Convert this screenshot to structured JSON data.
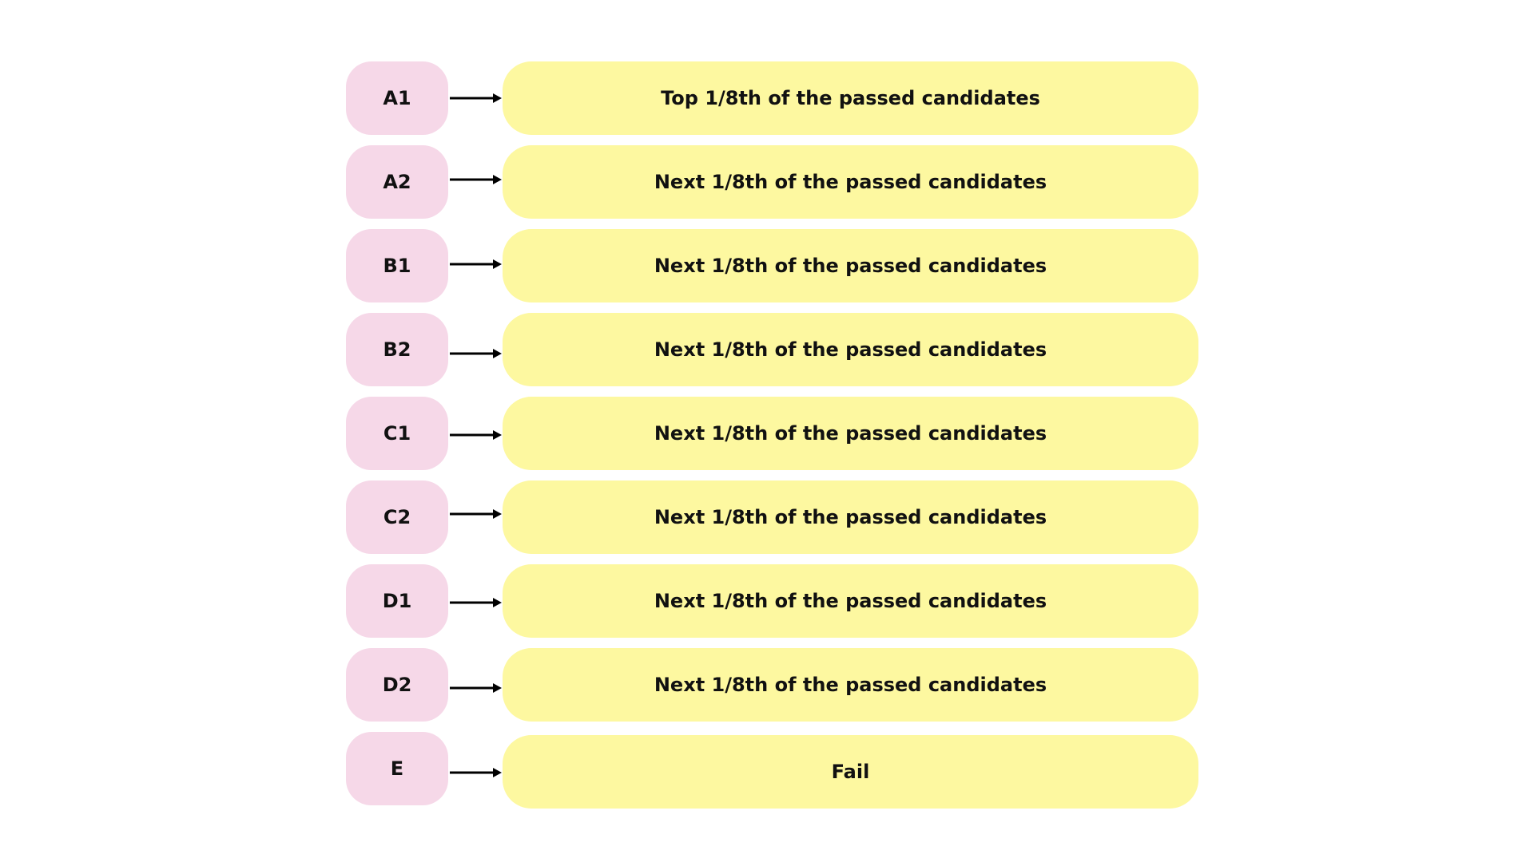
{
  "colors": {
    "grade_box": "#f6d8e8",
    "description_box": "#fdf8a0",
    "arrow": "#000000",
    "text": "#111111",
    "background": "#ffffff"
  },
  "rows": [
    {
      "grade": "A1",
      "description": "Top 1/8th of the passed candidates"
    },
    {
      "grade": "A2",
      "description": "Next 1/8th of the passed candidates"
    },
    {
      "grade": "B1",
      "description": "Next 1/8th of the passed candidates"
    },
    {
      "grade": "B2",
      "description": "Next 1/8th of the passed candidates"
    },
    {
      "grade": "C1",
      "description": "Next 1/8th of the passed candidates"
    },
    {
      "grade": "C2",
      "description": "Next 1/8th of the passed candidates"
    },
    {
      "grade": "D1",
      "description": "Next 1/8th of the passed candidates"
    },
    {
      "grade": "D2",
      "description": "Next 1/8th of the passed candidates"
    },
    {
      "grade": "E",
      "description": "Fail"
    }
  ]
}
